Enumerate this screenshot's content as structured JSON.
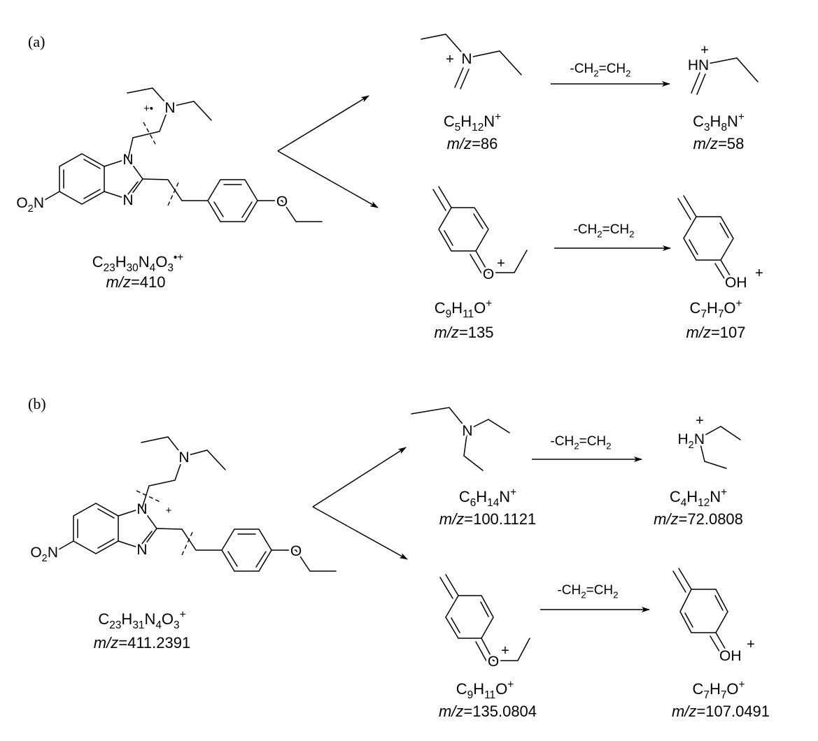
{
  "panels": [
    {
      "label": "(a)",
      "parent": {
        "formula": "C23H30N4O3•+",
        "mz": "m/z=410",
        "atoms": {
          "n1": "N",
          "n3": "N",
          "amine_n": "N",
          "nitro": "O2N",
          "ether_o": "O",
          "charge": "+•"
        }
      },
      "amine_path": {
        "reactant": {
          "formula": "C5H12N+",
          "mz": "m/z=86",
          "atoms": {
            "n": "N",
            "charge": "+"
          }
        },
        "loss": "-CH2=CH2",
        "product": {
          "formula": "C3H8N+",
          "mz": "m/z=58",
          "atoms": {
            "n": "HN",
            "charge": "+"
          }
        }
      },
      "oxonium_path": {
        "reactant": {
          "formula": "C9H11O+",
          "mz": "m/z=135",
          "atoms": {
            "o": "O",
            "charge": "+"
          }
        },
        "loss": "-CH2=CH2",
        "product": {
          "formula": "C7H7O+",
          "mz": "m/z=107",
          "atoms": {
            "o": "OH",
            "charge": "+"
          }
        }
      }
    },
    {
      "label": "(b)",
      "parent": {
        "formula": "C23H31N4O3+",
        "mz": "m/z=411.2391",
        "atoms": {
          "n1": "N",
          "n3": "N",
          "amine_n": "N",
          "nitro": "O2N",
          "ether_o": "O",
          "charge": "+"
        }
      },
      "amine_path": {
        "reactant": {
          "formula": "C6H14N+",
          "mz": "m/z=100.1121",
          "atoms": {
            "n": "N"
          }
        },
        "loss": "-CH2=CH2",
        "product": {
          "formula": "C4H12N+",
          "mz": "m/z=72.0808",
          "atoms": {
            "n": "H2N",
            "charge": "+"
          }
        }
      },
      "oxonium_path": {
        "reactant": {
          "formula": "C9H11O+",
          "mz": "m/z=135.0804",
          "atoms": {
            "o": "O",
            "charge": "+"
          }
        },
        "loss": "-CH2=CH2",
        "product": {
          "formula": "C7H7O+",
          "mz": "m/z=107.0491",
          "atoms": {
            "o": "OH",
            "charge": "+"
          }
        }
      }
    }
  ]
}
